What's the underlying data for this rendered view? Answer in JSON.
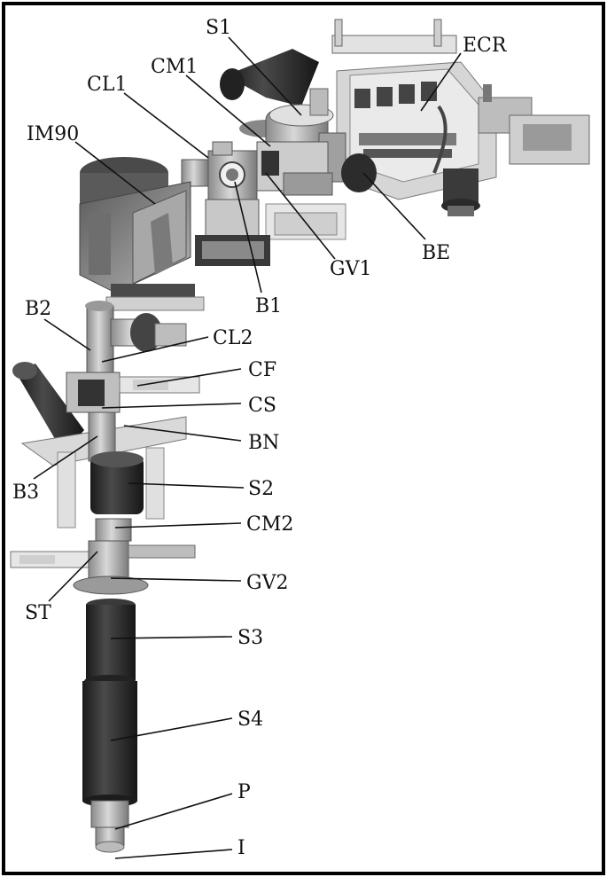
{
  "figure": {
    "labels": {
      "s1": "S1",
      "ecr": "ECR",
      "cm1": "CM1",
      "cl1": "CL1",
      "im90": "IM90",
      "gv1": "GV1",
      "be": "BE",
      "b1": "B1",
      "b2": "B2",
      "cl2": "CL2",
      "cf": "CF",
      "cs": "CS",
      "bn": "BN",
      "b3": "B3",
      "s2": "S2",
      "cm2": "CM2",
      "st": "ST",
      "gv2": "GV2",
      "s3": "S3",
      "s4": "S4",
      "p": "P",
      "i": "I"
    },
    "colors": {
      "background": "#ffffff",
      "frame": "#000000",
      "text": "#111111",
      "metal_light": "#c9c9c9",
      "metal_mid": "#9a9a9a",
      "metal_dark": "#5e5e5e",
      "solenoid_black": "#2a2a2a"
    }
  }
}
